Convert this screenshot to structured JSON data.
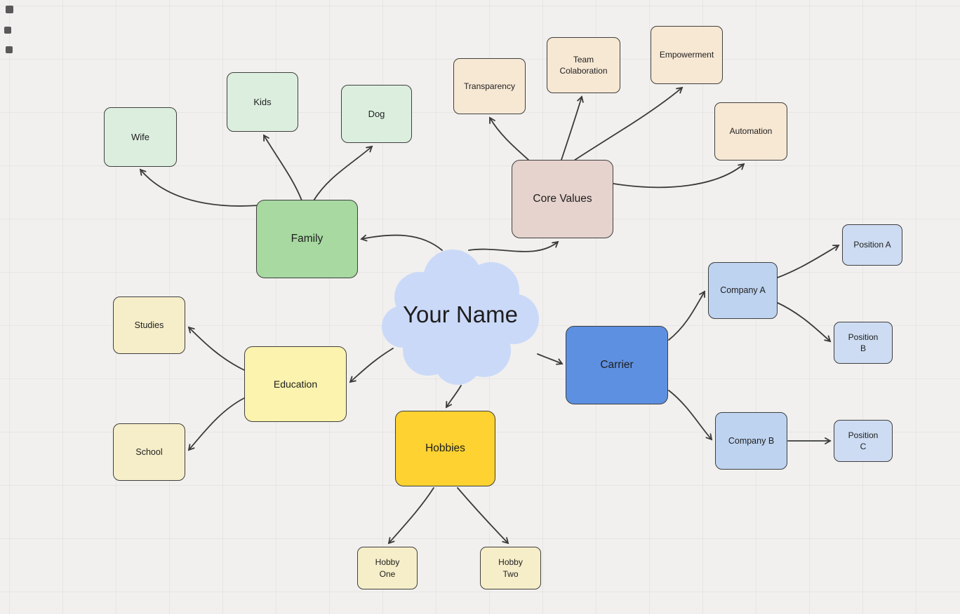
{
  "canvas": {
    "background": "#f1f0ee",
    "grid_color": "#e4e3e0",
    "connector_color": "#3a3a3a"
  },
  "center": {
    "label": "Your Name",
    "fill": "#cbd9f9"
  },
  "nodes": {
    "family": {
      "label": "Family",
      "fill": "#a7d9a0"
    },
    "wife": {
      "label": "Wife",
      "fill": "#dcefdf"
    },
    "kids": {
      "label": "Kids",
      "fill": "#dcefdf"
    },
    "dog": {
      "label": "Dog",
      "fill": "#dcefdf"
    },
    "core_values": {
      "label": "Core Values",
      "fill": "#e6d3cd"
    },
    "transparency": {
      "label": "Transparency",
      "fill": "#f7e8d4"
    },
    "team_colaboration": {
      "label": "Team Colaboration",
      "fill": "#f7e8d4"
    },
    "empowerment": {
      "label": "Empowerment",
      "fill": "#f7e8d4"
    },
    "automation": {
      "label": "Automation",
      "fill": "#f7e8d4"
    },
    "carrier": {
      "label": "Carrier",
      "fill": "#5e90e2"
    },
    "company_a": {
      "label": "Company A",
      "fill": "#bed3f0"
    },
    "company_b": {
      "label": "Company B",
      "fill": "#bed3f0"
    },
    "position_a": {
      "label": "Position A",
      "fill": "#cddcf2"
    },
    "position_b": {
      "label": "Position B",
      "fill": "#cddcf2"
    },
    "position_c": {
      "label": "Position C",
      "fill": "#cddcf2"
    },
    "education": {
      "label": "Education",
      "fill": "#fbf3ae"
    },
    "studies": {
      "label": "Studies",
      "fill": "#f6eec9"
    },
    "school": {
      "label": "School",
      "fill": "#f6eec9"
    },
    "hobbies": {
      "label": "Hobbies",
      "fill": "#fdd231"
    },
    "hobby_one": {
      "label": "Hobby One",
      "fill": "#f6eec9"
    },
    "hobby_two": {
      "label": "Hobby Two",
      "fill": "#f6eec9"
    }
  },
  "edges": [
    {
      "from": "Your Name",
      "to": "Family"
    },
    {
      "from": "Your Name",
      "to": "Core Values"
    },
    {
      "from": "Your Name",
      "to": "Carrier"
    },
    {
      "from": "Your Name",
      "to": "Education"
    },
    {
      "from": "Your Name",
      "to": "Hobbies"
    },
    {
      "from": "Family",
      "to": "Wife"
    },
    {
      "from": "Family",
      "to": "Kids"
    },
    {
      "from": "Family",
      "to": "Dog"
    },
    {
      "from": "Core Values",
      "to": "Transparency"
    },
    {
      "from": "Core Values",
      "to": "Team Colaboration"
    },
    {
      "from": "Core Values",
      "to": "Empowerment"
    },
    {
      "from": "Core Values",
      "to": "Automation"
    },
    {
      "from": "Carrier",
      "to": "Company A"
    },
    {
      "from": "Carrier",
      "to": "Company B"
    },
    {
      "from": "Company A",
      "to": "Position A"
    },
    {
      "from": "Company A",
      "to": "Position B"
    },
    {
      "from": "Company B",
      "to": "Position C"
    },
    {
      "from": "Education",
      "to": "Studies"
    },
    {
      "from": "Education",
      "to": "School"
    },
    {
      "from": "Hobbies",
      "to": "Hobby One"
    },
    {
      "from": "Hobbies",
      "to": "Hobby Two"
    }
  ]
}
